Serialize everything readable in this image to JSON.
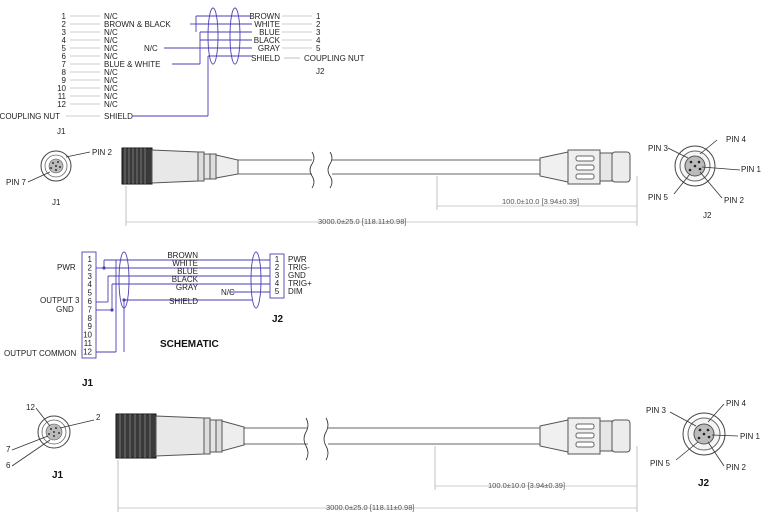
{
  "top_table": {
    "j1_pins": [
      "1",
      "2",
      "3",
      "4",
      "5",
      "6",
      "7",
      "8",
      "9",
      "10",
      "11",
      "12",
      "COUPLING NUT"
    ],
    "j1_wires": [
      "N/C",
      "BROWN & BLACK",
      "N/C",
      "N/C",
      "N/C",
      "N/C",
      "BLUE & WHITE",
      "N/C",
      "N/C",
      "N/C",
      "N/C",
      "N/C",
      "SHIELD"
    ],
    "j2_wires": [
      "BROWN",
      "WHITE",
      "BLUE",
      "BLACK",
      "GRAY",
      "SHIELD"
    ],
    "j2_pins": [
      "1",
      "2",
      "3",
      "4",
      "5",
      "COUPLING NUT"
    ],
    "gray_nc": "N/C",
    "j1_label": "J1",
    "j2_label": "J2"
  },
  "cable1": {
    "j1_pin_a": "PIN 2",
    "j1_pin_b": "PIN 7",
    "j1_label": "J1",
    "j2_pins": [
      "PIN 3",
      "PIN 4",
      "PIN 1",
      "PIN 5",
      "PIN 2"
    ],
    "j2_label": "J2",
    "short_dim": "100.0±10.0 [3.94±0.39]",
    "long_dim": "3000.0±25.0 [118.11±0.98]"
  },
  "schematic": {
    "j1_pins": [
      "1",
      "2",
      "3",
      "4",
      "5",
      "6",
      "7",
      "8",
      "9",
      "10",
      "11",
      "12"
    ],
    "j1_labels": {
      "pwr": "PWR",
      "out3": "OUTPUT 3",
      "gnd": "GND",
      "common": "OUTPUT COMMON"
    },
    "wires": [
      "BROWN",
      "WHITE",
      "BLUE",
      "BLACK",
      "GRAY",
      "SHIELD"
    ],
    "gray_nc": "N/C",
    "j2_pins": [
      "1",
      "2",
      "3",
      "4",
      "5"
    ],
    "j2_funcs": [
      "PWR",
      "TRIG-",
      "GND",
      "TRIG+",
      "DIM"
    ],
    "j1_label": "J1",
    "j2_label": "J2",
    "title": "SCHEMATIC"
  },
  "cable2": {
    "j1_pins": [
      "12",
      "2",
      "7",
      "6"
    ],
    "j1_label": "J1",
    "j2_pins": [
      "PIN 3",
      "PIN 4",
      "PIN 1",
      "PIN 5",
      "PIN 2"
    ],
    "j2_label": "J2",
    "short_dim": "100.0±10.0 [3.94±0.39]",
    "long_dim": "3000.0±25.0 [118.11±0.98]"
  }
}
